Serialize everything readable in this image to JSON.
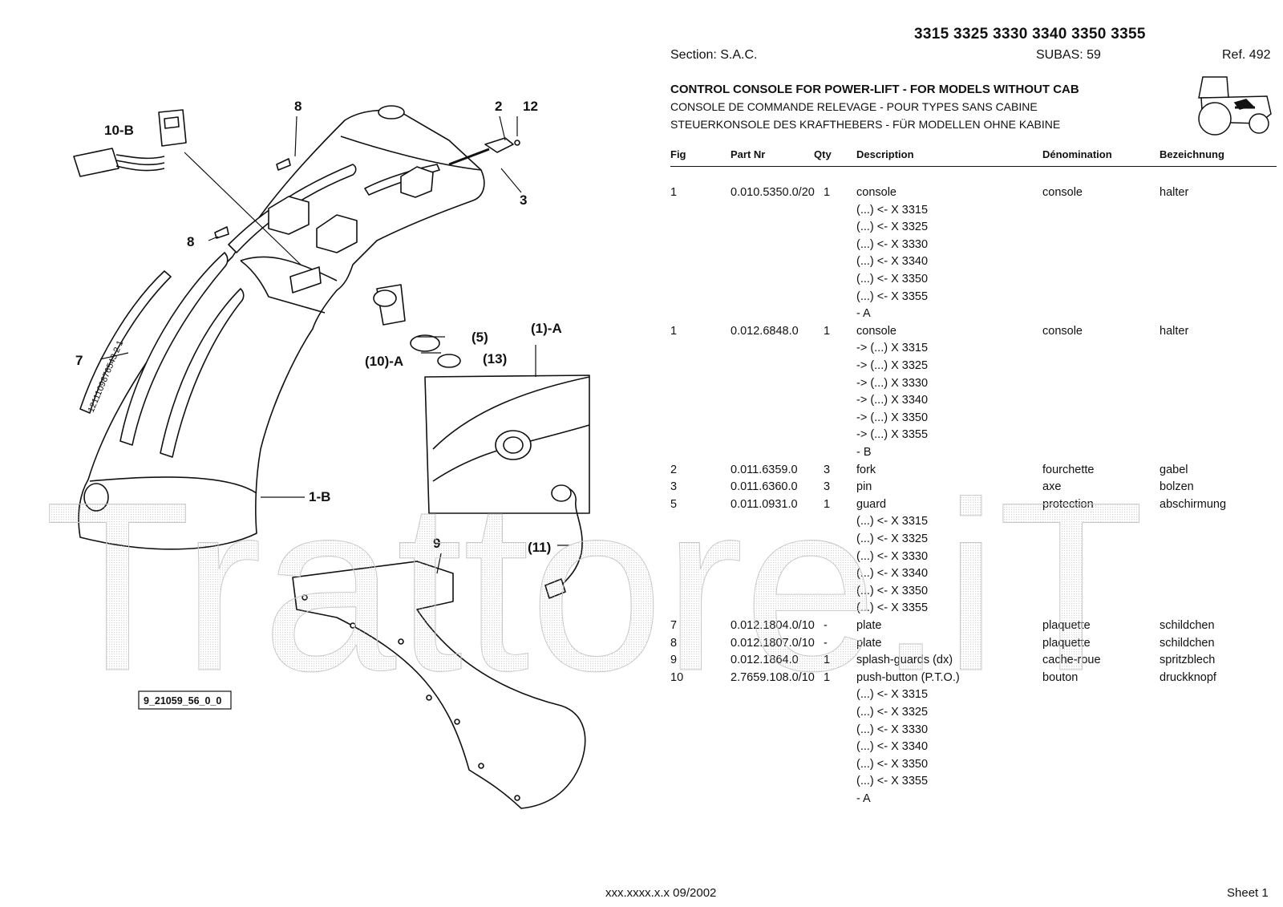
{
  "header": {
    "models": "3315 3325 3330 3340 3350 3355",
    "section": "Section: S.A.C.",
    "subas": "SUBAS: 59",
    "ref": "Ref. 492",
    "title_en": "CONTROL CONSOLE FOR POWER-LIFT - FOR MODELS WITHOUT CAB",
    "title_fr": "CONSOLE DE COMMANDE RELEVAGE - POUR TYPES SANS CABINE",
    "title_de": "STEUERKONSOLE DES KRAFTHEBERS - FÜR MODELLEN OHNE KABINE"
  },
  "table": {
    "columns": [
      "Fig",
      "Part Nr",
      "Qty",
      "Description",
      "Dénomination",
      "Bezeichnung"
    ],
    "rows": [
      [
        "1",
        "0.010.5350.0/20",
        "1",
        "console",
        "console",
        "halter"
      ],
      [
        "",
        "",
        "",
        "(...) <- X 3315",
        "",
        ""
      ],
      [
        "",
        "",
        "",
        "(...) <- X 3325",
        "",
        ""
      ],
      [
        "",
        "",
        "",
        "(...) <- X 3330",
        "",
        ""
      ],
      [
        "",
        "",
        "",
        "(...) <- X 3340",
        "",
        ""
      ],
      [
        "",
        "",
        "",
        "(...) <- X 3350",
        "",
        ""
      ],
      [
        "",
        "",
        "",
        "(...) <- X 3355",
        "",
        ""
      ],
      [
        "",
        "",
        "",
        "- A",
        "",
        ""
      ],
      [
        "1",
        "0.012.6848.0",
        "1",
        "console",
        "console",
        "halter"
      ],
      [
        "",
        "",
        "",
        "-> (...) X  3315",
        "",
        ""
      ],
      [
        "",
        "",
        "",
        "-> (...) X  3325",
        "",
        ""
      ],
      [
        "",
        "",
        "",
        "-> (...) X  3330",
        "",
        ""
      ],
      [
        "",
        "",
        "",
        "-> (...) X  3340",
        "",
        ""
      ],
      [
        "",
        "",
        "",
        "-> (...) X  3350",
        "",
        ""
      ],
      [
        "",
        "",
        "",
        "-> (...) X  3355",
        "",
        ""
      ],
      [
        "",
        "",
        "",
        "- B",
        "",
        ""
      ],
      [
        "2",
        "0.011.6359.0",
        "3",
        "fork",
        "fourchette",
        "gabel"
      ],
      [
        "3",
        "0.011.6360.0",
        "3",
        "pin",
        "axe",
        "bolzen"
      ],
      [
        "5",
        "0.011.0931.0",
        "1",
        "guard",
        "protection",
        "abschirmung"
      ],
      [
        "",
        "",
        "",
        "(...) <- X 3315",
        "",
        ""
      ],
      [
        "",
        "",
        "",
        "(...) <- X 3325",
        "",
        ""
      ],
      [
        "",
        "",
        "",
        "(...) <- X 3330",
        "",
        ""
      ],
      [
        "",
        "",
        "",
        "(...) <- X 3340",
        "",
        ""
      ],
      [
        "",
        "",
        "",
        "(...) <- X 3350",
        "",
        ""
      ],
      [
        "",
        "",
        "",
        "(...) <- X 3355",
        "",
        ""
      ],
      [
        "7",
        "0.012.1804.0/10",
        "-",
        "plate",
        "plaquette",
        "schildchen"
      ],
      [
        "8",
        "0.012.1807.0/10",
        "-",
        "plate",
        "plaquette",
        "schildchen"
      ],
      [
        "9",
        "0.012.1864.0",
        "1",
        "splash-guards (dx)",
        "cache-roue",
        "spritzblech"
      ],
      [
        "10",
        "2.7659.108.0/10",
        "1",
        "push-button (P.T.O.)",
        "bouton",
        "druckknopf"
      ],
      [
        "",
        "",
        "",
        "(...) <- X 3315",
        "",
        ""
      ],
      [
        "",
        "",
        "",
        "(...) <- X 3325",
        "",
        ""
      ],
      [
        "",
        "",
        "",
        "(...) <- X 3330",
        "",
        ""
      ],
      [
        "",
        "",
        "",
        "(...) <- X 3340",
        "",
        ""
      ],
      [
        "",
        "",
        "",
        "(...) <- X 3350",
        "",
        ""
      ],
      [
        "",
        "",
        "",
        "(...) <- X 3355",
        "",
        ""
      ],
      [
        "",
        "",
        "",
        "- A",
        "",
        ""
      ]
    ]
  },
  "diagram": {
    "callouts": [
      "8",
      "10-B",
      "2",
      "12",
      "3",
      "8",
      "7",
      "(5)",
      "(10)-A",
      "(13)",
      "(1)-A",
      "1-B",
      "9",
      "(11)"
    ],
    "scale_text": "1211109876543 2 1",
    "drawing_id": "9_21059_56_0_0"
  },
  "watermark": "Trattore.iT",
  "footer": {
    "code": "xxx.xxxx.x.x  09/2002",
    "sheet": "Sheet 1"
  }
}
